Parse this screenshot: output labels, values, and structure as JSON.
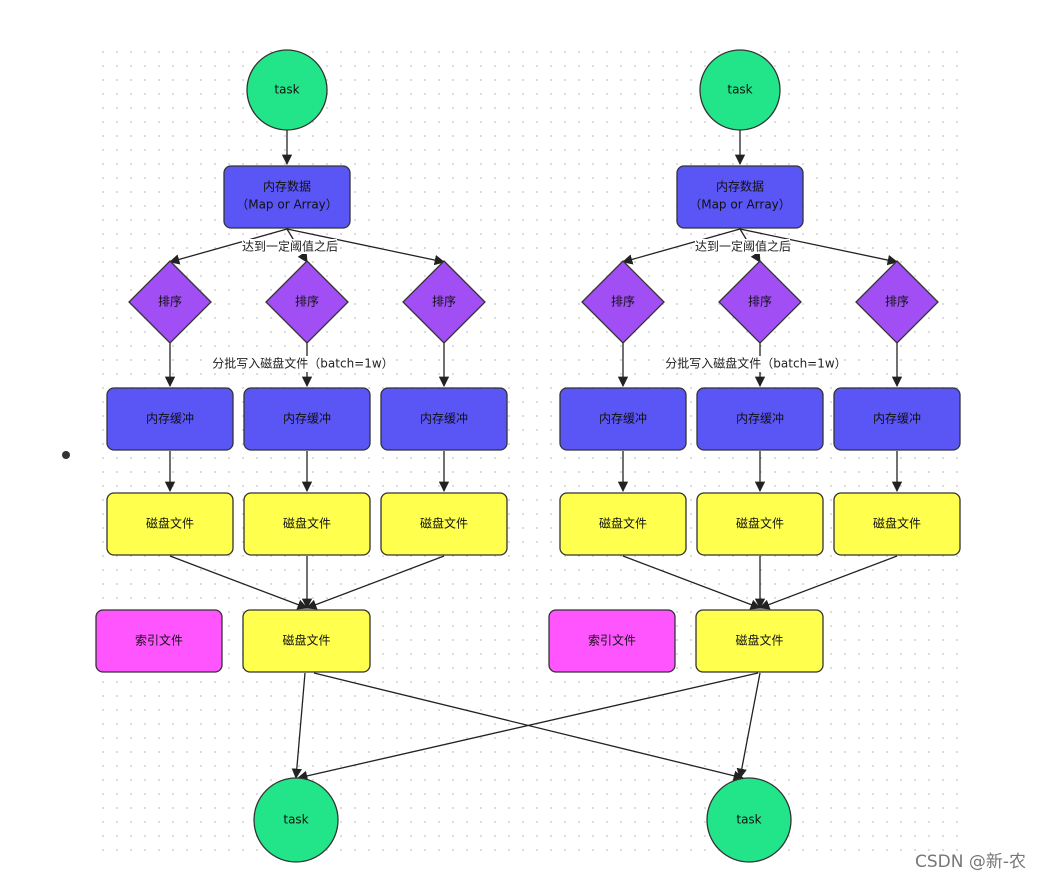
{
  "labels": {
    "task": "task",
    "memory_data_l1": "内存数据",
    "memory_data_l2": "（Map or Array）",
    "threshold": "达到一定阈值之后",
    "sort": "排序",
    "batch_write": "分批写入磁盘文件（batch=1w）",
    "memory_buffer": "内存缓冲",
    "disk_file": "磁盘文件",
    "index_file": "索引文件"
  },
  "colors": {
    "task": "#22e58a",
    "memory": "#5a55f5",
    "diamond": "#a14ff5",
    "disk": "#ffff4d",
    "index": "#ff55ff",
    "stroke": "#333333"
  },
  "watermark": "CSDN @新-农"
}
